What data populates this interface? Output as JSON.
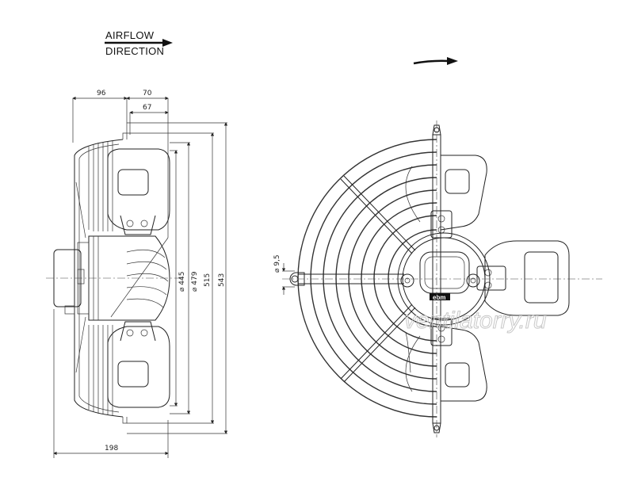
{
  "airflow": {
    "line1": "AIRFLOW",
    "line2": "DIRECTION"
  },
  "dimensions": {
    "d96": "96",
    "d70": "70",
    "d67": "67",
    "d198": "198",
    "d445": "⌀ 445",
    "d479": "⌀ 479",
    "d515": "515",
    "d543": "543",
    "d95": "⌀ 9,5"
  },
  "motor_label": "ebm",
  "watermark": "ventilatorry.ru",
  "colors": {
    "line": "#222222",
    "watermark": "#c8c8c8"
  }
}
